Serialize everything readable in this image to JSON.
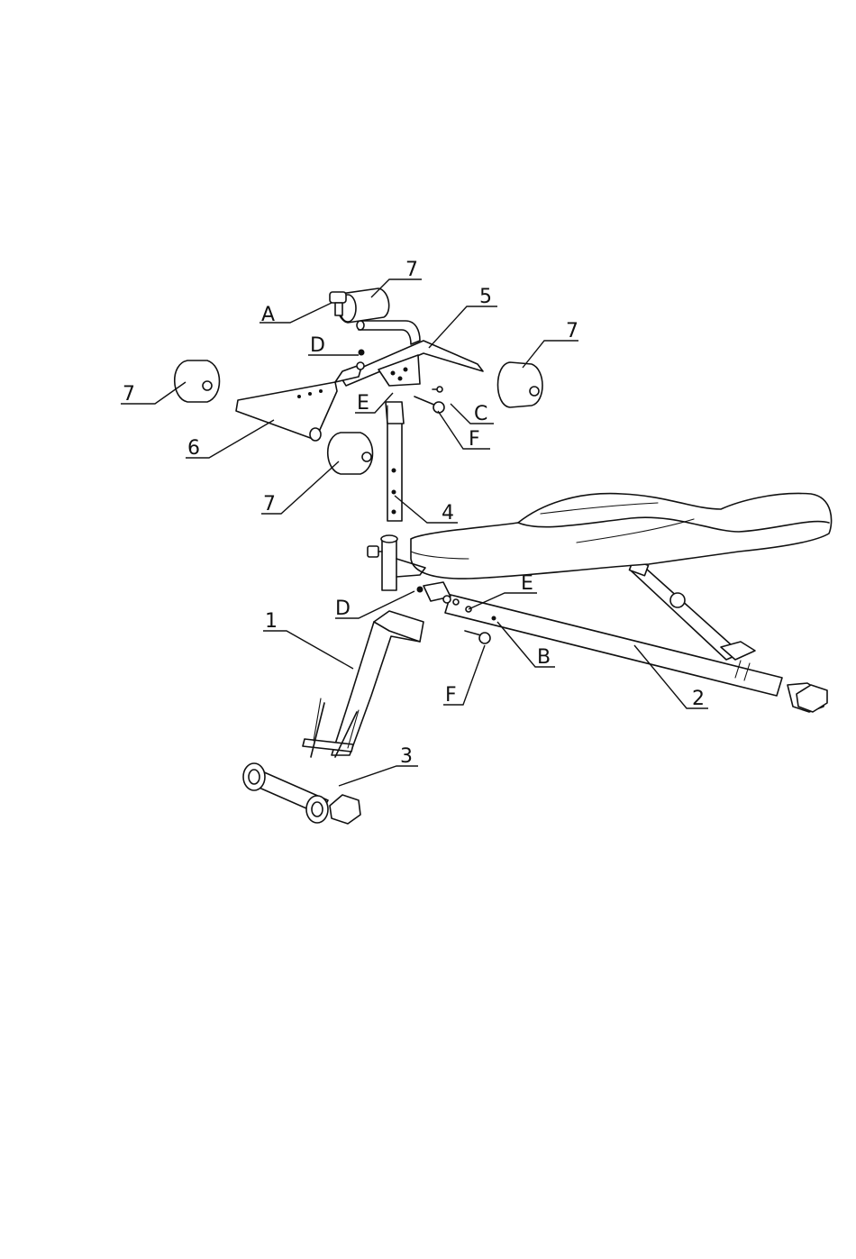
{
  "diagram": {
    "callouts": {
      "A": "A",
      "B": "B",
      "C": "C",
      "D_top": "D",
      "D_bottom": "D",
      "E_top": "E",
      "E_bottom": "E",
      "F_top": "F",
      "F_bottom": "F",
      "part_1": "1",
      "part_2": "2",
      "part_3": "3",
      "part_4": "4",
      "part_5": "5",
      "part_6": "6",
      "part_7_top": "7",
      "part_7_right": "7",
      "part_7_left": "7",
      "part_7_bottom": "7"
    }
  }
}
